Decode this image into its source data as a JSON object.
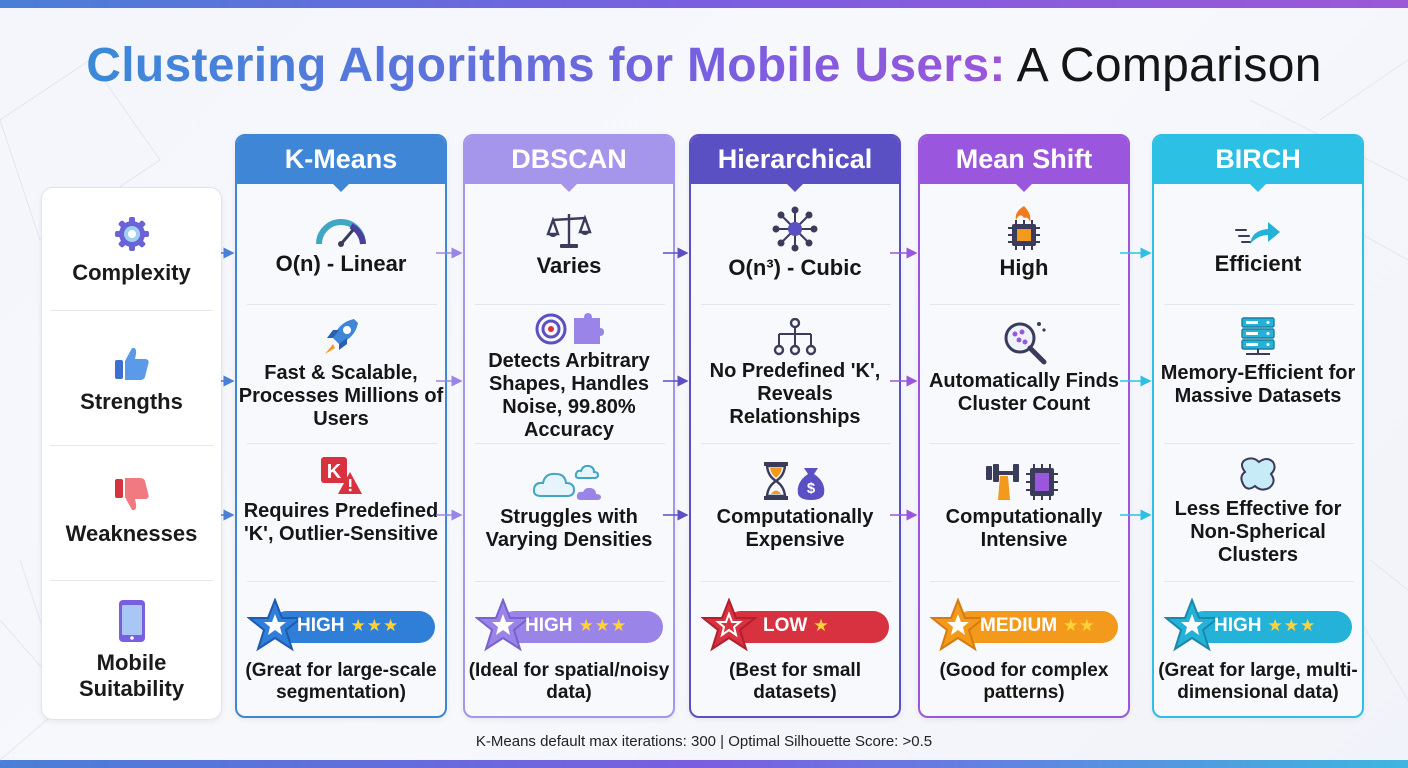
{
  "title": {
    "highlight": "Clustering Algorithms for Mobile Users:",
    "rest": " A Comparison"
  },
  "row_labels": [
    {
      "label": "Complexity",
      "icon": "gear-icon"
    },
    {
      "label": "Strengths",
      "icon": "thumbs-up-icon"
    },
    {
      "label": "Weaknesses",
      "icon": "thumbs-down-icon"
    },
    {
      "label": "Mobile Suitability",
      "icon": "smartphone-icon"
    }
  ],
  "algorithms": [
    {
      "name": "K-Means",
      "color": "#3f86d6",
      "complexity": "O(n) - Linear",
      "complexity_icon": "speedometer-icon",
      "strengths": "Fast & Scalable, Processes Millions of Users",
      "strengths_icon": "rocket-icon",
      "weaknesses": "Requires Predefined 'K', Outlier-Sensitive",
      "weaknesses_icon": "k-warning-icon",
      "rating": "HIGH",
      "stars": "★★★",
      "rating_color": "#2f7fd8",
      "note": "(Great for large-scale segmentation)"
    },
    {
      "name": "DBSCAN",
      "color": "#a596ec",
      "complexity": "Varies",
      "complexity_icon": "balance-scale-icon",
      "strengths": "Detects Arbitrary Shapes, Handles Noise, 99.80% Accuracy",
      "strengths_icon": "target-puzzle-icon",
      "weaknesses": "Struggles with Varying Densities",
      "weaknesses_icon": "clouds-icon",
      "rating": "HIGH",
      "stars": "★★★",
      "rating_color": "#9a84e8",
      "note": "(Ideal for spatial/noisy data)"
    },
    {
      "name": "Hierarchical",
      "color": "#5b4fc4",
      "complexity": "O(n³) - Cubic",
      "complexity_icon": "network-icon",
      "strengths": "No Predefined 'K', Reveals Relationships",
      "strengths_icon": "tree-diagram-icon",
      "weaknesses": "Computationally Expensive",
      "weaknesses_icon": "hourglass-moneybag-icon",
      "rating": "LOW",
      "stars": "★",
      "rating_color": "#d8313f",
      "note": "(Best for small datasets)"
    },
    {
      "name": "Mean Shift",
      "color": "#9a56dc",
      "complexity": "High",
      "complexity_icon": "hot-chip-icon",
      "strengths": "Automatically Finds Cluster Count",
      "strengths_icon": "magnifier-icon",
      "weaknesses": "Computationally Intensive",
      "weaknesses_icon": "dumbbell-chip-icon",
      "rating": "MEDIUM",
      "stars": "★★",
      "rating_color": "#f39a1c",
      "note": "(Good for complex patterns)"
    },
    {
      "name": "BIRCH",
      "color": "#2cc0e4",
      "complexity": "Efficient",
      "complexity_icon": "fast-arrow-icon",
      "strengths": "Memory-Efficient for Massive Datasets",
      "strengths_icon": "server-icon",
      "weaknesses": "Less Effective for Non-Spherical Clusters",
      "weaknesses_icon": "blob-icon",
      "rating": "HIGH",
      "stars": "★★★",
      "rating_color": "#25b2d8",
      "note": "(Great for large, multi-dimensional data)"
    }
  ],
  "footer": "K-Means default max iterations: 300 | Optimal Silhouette Score: >0.5"
}
